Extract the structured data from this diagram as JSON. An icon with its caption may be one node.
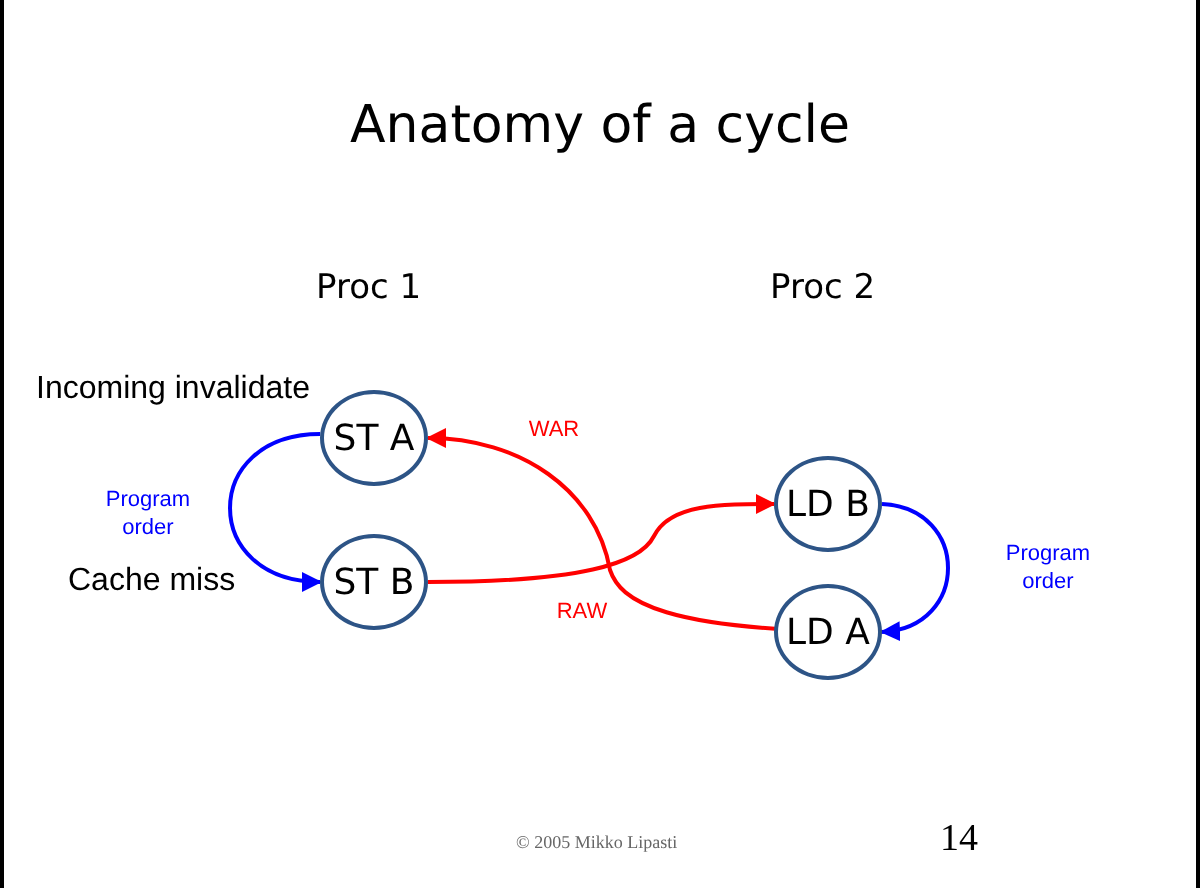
{
  "diagram": {
    "title": "Anatomy of a cycle",
    "nodes": [
      {
        "text": [
          "ST A"
        ],
        "beside": [
          "Incoming invalidate"
        ]
      },
      {
        "text": [
          "ST B"
        ],
        "beside": [
          "Cache miss"
        ]
      },
      {
        "text": [
          "LD B"
        ]
      },
      {
        "text": [
          "LD A"
        ]
      }
    ],
    "edges": [
      {
        "from": 0,
        "to": 1,
        "arrow": "to",
        "label": "Program order",
        "color": "#0000ff"
      },
      {
        "from": 1,
        "to": 2,
        "arrow": "to",
        "label": "RAW",
        "color": "#ff0000"
      },
      {
        "from": 3,
        "to": 0,
        "arrow": "to",
        "label": "WAR",
        "color": "#ff0000"
      },
      {
        "from": 2,
        "to": 3,
        "arrow": "to",
        "label": "Program order",
        "color": "#0000ff"
      }
    ],
    "labels": [
      "Proc 1",
      "Proc 2",
      "© 2005 Mikko Lipasti",
      "14"
    ]
  }
}
